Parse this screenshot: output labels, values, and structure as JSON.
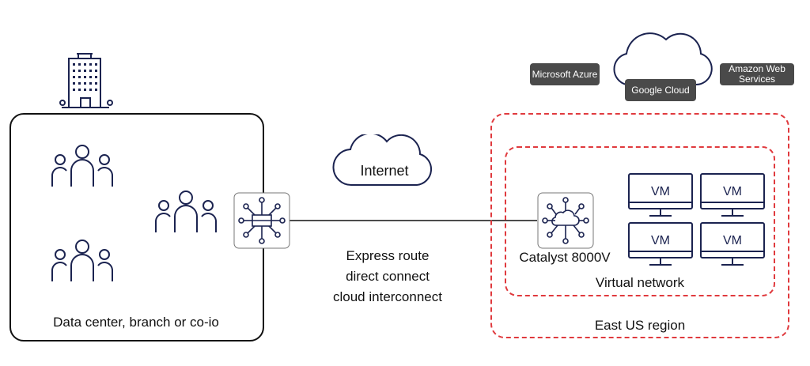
{
  "site": {
    "label": "Data center, branch or co-io"
  },
  "internet": {
    "label": "Internet"
  },
  "connection": {
    "lines": [
      "Express route",
      "direct connect",
      "cloud interconnect"
    ]
  },
  "cloud_providers": {
    "microsoft": "Microsoft Azure",
    "google": "Google Cloud",
    "amazon": "Amazon Web Services"
  },
  "region": {
    "label": "East US region"
  },
  "vnet": {
    "label": "Virtual network",
    "router_label": "Catalyst 8000V",
    "vms": [
      "VM",
      "VM",
      "VM",
      "VM"
    ]
  },
  "colors": {
    "region_border": "#e03a3e",
    "stroke": "#1b2350",
    "pill_bg": "#4a4a4a"
  }
}
